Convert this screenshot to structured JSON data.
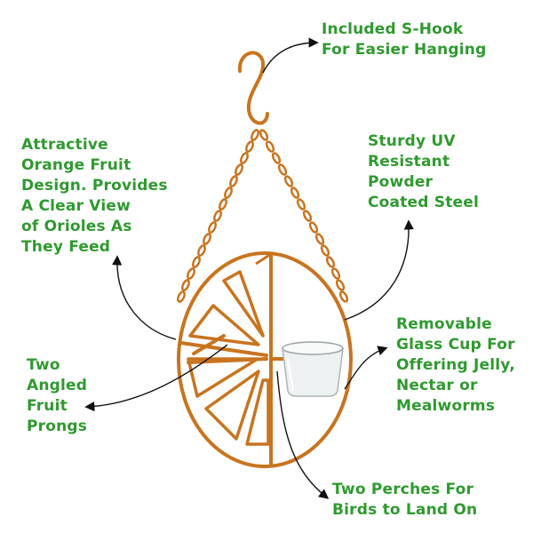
{
  "colors": {
    "label": "#2f9a2f",
    "feeder": "#c8741f",
    "arrow": "#111111",
    "glass": "#e4e8e8"
  },
  "callouts": {
    "s_hook": {
      "lines": [
        "Included S-Hook",
        "For Easier Hanging"
      ]
    },
    "design": {
      "lines": [
        "Attractive",
        "Orange Fruit",
        "Design. Provides",
        "A Clear View",
        "of Orioles As",
        "They Feed"
      ]
    },
    "steel": {
      "lines": [
        "Sturdy UV",
        "Resistant",
        "Powder",
        "Coated Steel"
      ]
    },
    "cup": {
      "lines": [
        "Removable",
        "Glass Cup For",
        "Offering Jelly,",
        "Nectar or",
        "Mealworms"
      ]
    },
    "prongs": {
      "lines": [
        "Two",
        "Angled",
        "Fruit",
        "Prongs"
      ]
    },
    "perches": {
      "lines": [
        "Two Perches For",
        "Birds to Land On"
      ]
    }
  }
}
